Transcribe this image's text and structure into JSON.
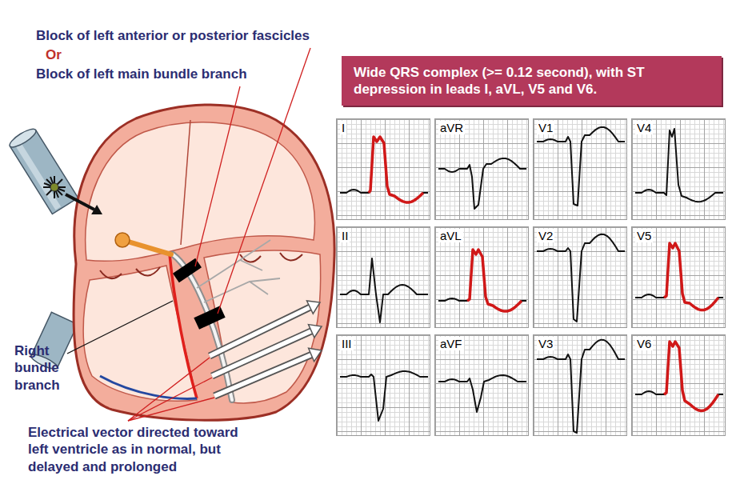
{
  "diagram": {
    "nodes": [
      {
        "text": [
          "Wide QRS complex (>= 0.12 second), with ST depression in leads I, aVL, V5 and V6."
        ]
      },
      {
        "text": [
          "I"
        ]
      },
      {
        "text": [
          "aVR"
        ]
      },
      {
        "text": [
          "V1"
        ]
      },
      {
        "text": [
          "V4"
        ]
      },
      {
        "text": [
          "II"
        ]
      },
      {
        "text": [
          "aVL"
        ]
      },
      {
        "text": [
          "V2"
        ]
      },
      {
        "text": [
          "V5"
        ]
      },
      {
        "text": [
          "III"
        ]
      },
      {
        "text": [
          "aVF"
        ]
      },
      {
        "text": [
          "V3"
        ]
      },
      {
        "text": [
          "V6"
        ]
      }
    ],
    "labels": [
      "Block of left anterior or posterior fascicles",
      "Or",
      "Block of left main bundle branch",
      "Right bundle branch",
      "Electrical vector directed toward left ventricle as in normal, but delayed and prolonged"
    ]
  }
}
